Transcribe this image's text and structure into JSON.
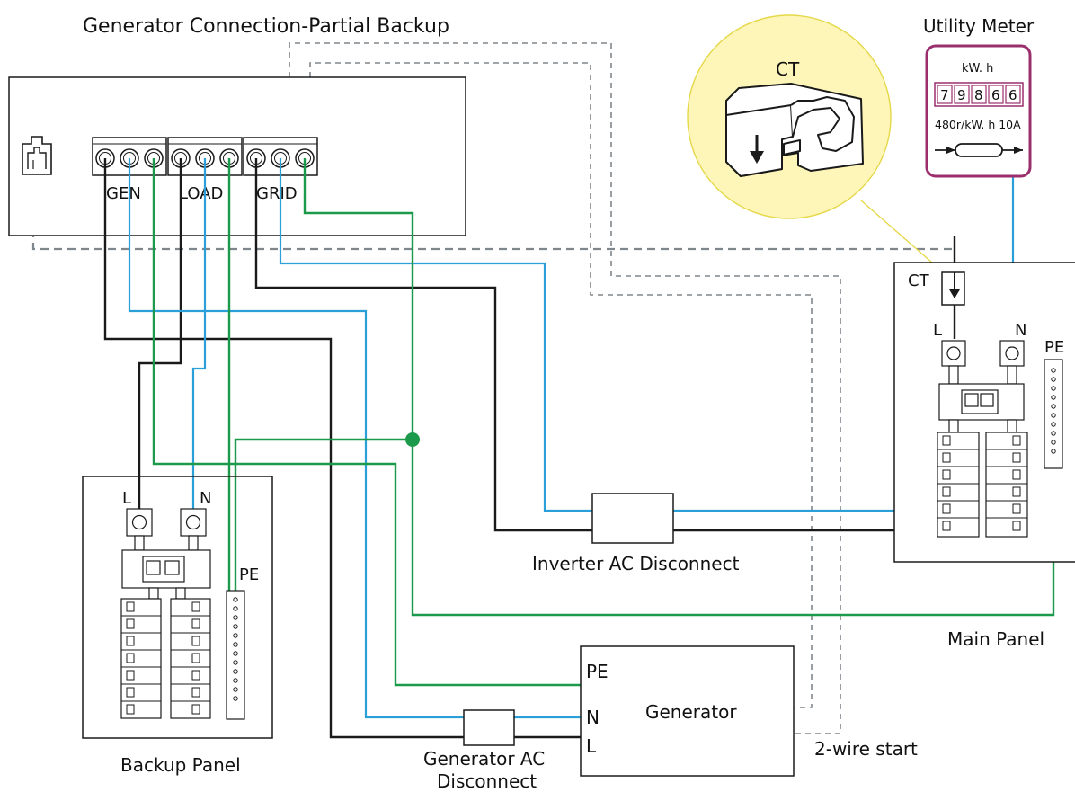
{
  "title": "Generator Connection-Partial Backup",
  "inverter": {
    "terminal_groups": [
      "GEN",
      "LOAD",
      "GRID"
    ]
  },
  "utility_meter": {
    "label": "Utility Meter",
    "unit": "kW. h",
    "digits": [
      "7",
      "9",
      "8",
      "6",
      "6"
    ],
    "rating": "480r/kW. h 10A"
  },
  "ct_callout": {
    "label": "CT"
  },
  "main_panel": {
    "label": "Main Panel",
    "ct_label": "CT",
    "l_label": "L",
    "n_label": "N",
    "pe_label": "PE"
  },
  "backup_panel": {
    "label": "Backup Panel",
    "l_label": "L",
    "n_label": "N",
    "pe_label": "PE"
  },
  "inverter_ac_disconnect": {
    "label": "Inverter AC Disconnect"
  },
  "generator": {
    "label": "Generator",
    "pe_label": "PE",
    "n_label": "N",
    "l_label": "L"
  },
  "generator_ac_disconnect": {
    "line1": "Generator AC",
    "line2": "Disconnect"
  },
  "two_wire_start": {
    "label": "2-wire start"
  },
  "colors": {
    "line": "#1a1a1a",
    "neutral": "#2a9fd8",
    "ground": "#1a9a4a",
    "signal_dashed": "#7f868c",
    "ct_callout_fill": "#fdf6b8",
    "meter_frame": "#9b2f6e"
  }
}
